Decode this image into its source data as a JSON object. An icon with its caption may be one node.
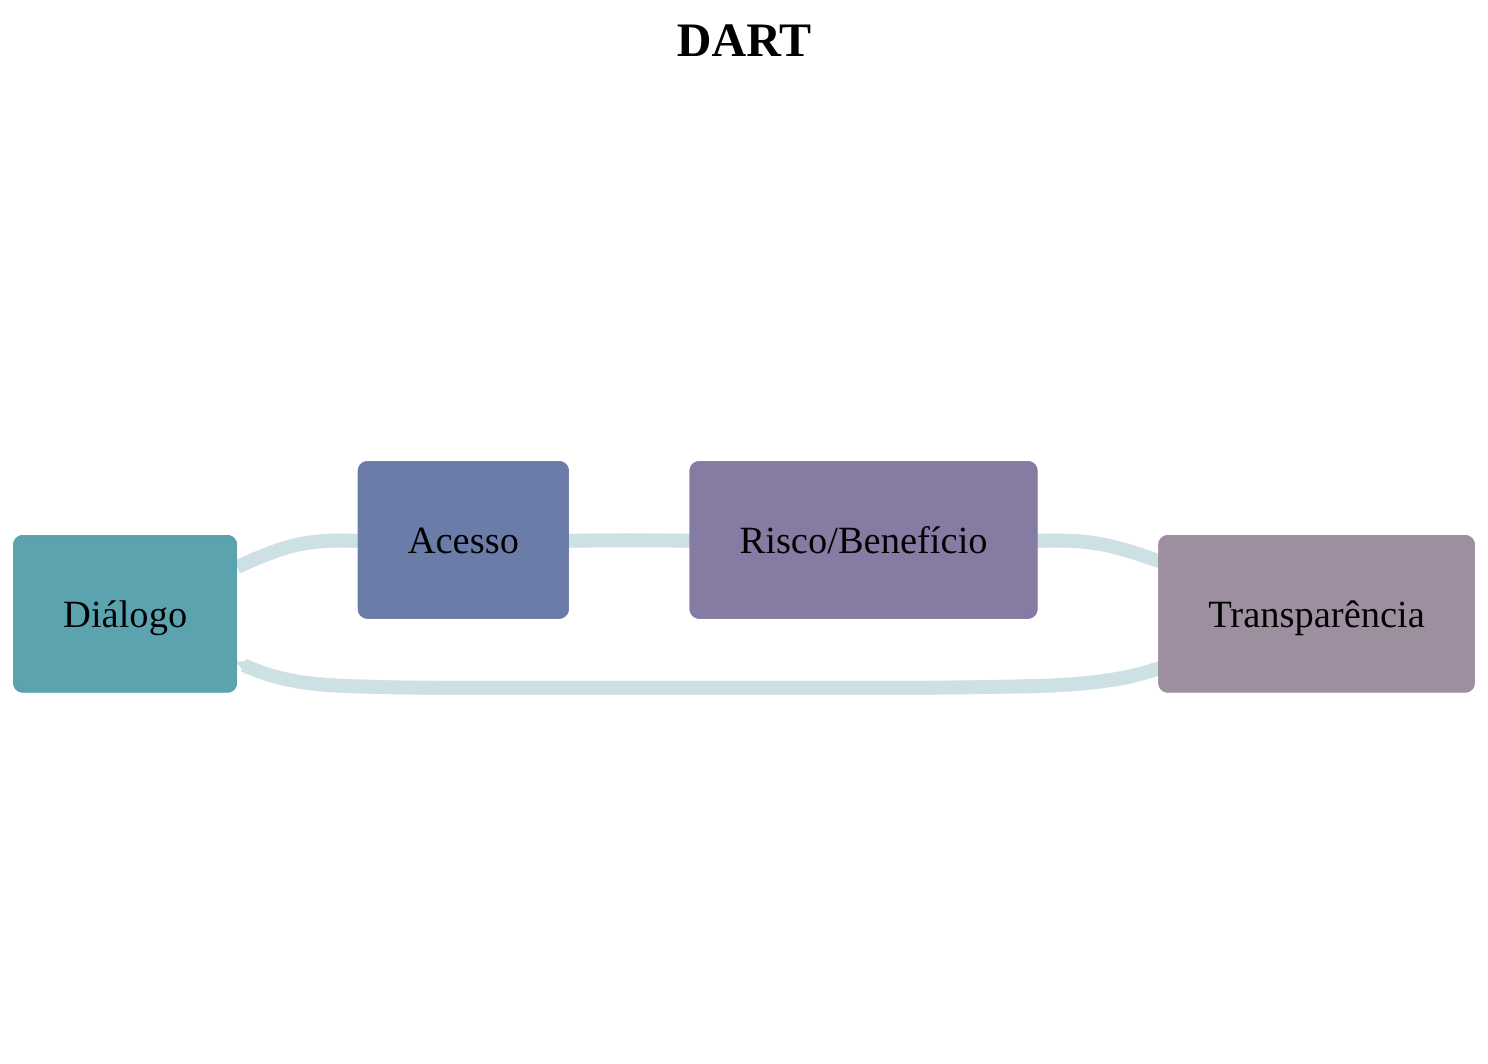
{
  "diagram": {
    "nodes": [
      {
        "text": [
          "Diálogo"
        ]
      },
      {
        "text": [
          "Acesso"
        ]
      },
      {
        "text": [
          "Risco/Benefício"
        ]
      },
      {
        "text": [
          "Transparência"
        ]
      }
    ],
    "edges": [
      {
        "from": 0,
        "to": 1,
        "arrow": "none"
      },
      {
        "from": 1,
        "to": 2,
        "arrow": "none"
      },
      {
        "from": 2,
        "to": 3,
        "arrow": "none"
      },
      {
        "from": 3,
        "to": 0,
        "arrow": "to"
      }
    ],
    "labels": [
      "DART"
    ]
  }
}
